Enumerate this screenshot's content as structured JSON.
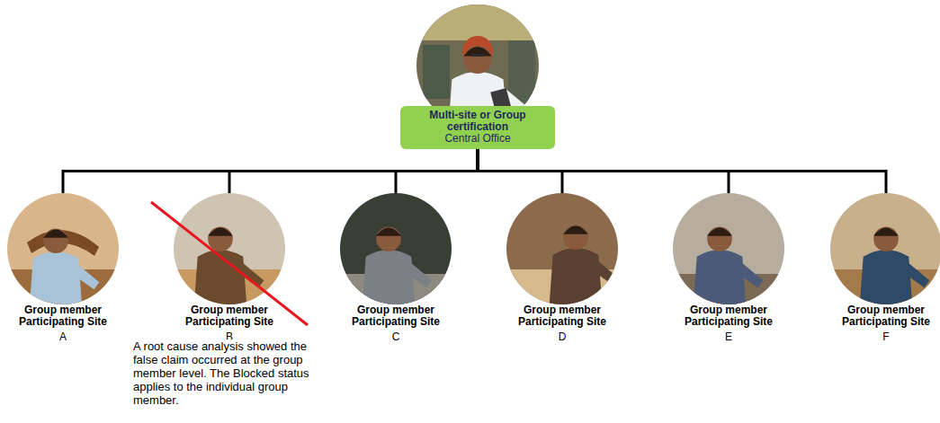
{
  "diagram": {
    "nodes": [
      {
        "text": [
          "Multi-site or Group certification",
          "Central Office"
        ]
      },
      {
        "text": [
          "Group member Participating Site",
          "A"
        ]
      },
      {
        "text": [
          "Group member Participating Site",
          "B"
        ]
      },
      {
        "text": [
          "Group member Participating Site",
          "C"
        ]
      },
      {
        "text": [
          "Group member Participating Site",
          "D"
        ]
      },
      {
        "text": [
          "Group member Participating Site",
          "E"
        ]
      },
      {
        "text": [
          "Group member Participating Site",
          "F"
        ]
      }
    ],
    "edges": [
      {
        "from": 0,
        "to": 1,
        "arrow": "none"
      },
      {
        "from": 0,
        "to": 2,
        "arrow": "none"
      },
      {
        "from": 0,
        "to": 3,
        "arrow": "none"
      },
      {
        "from": 0,
        "to": 4,
        "arrow": "none"
      },
      {
        "from": 0,
        "to": 5,
        "arrow": "none"
      },
      {
        "from": 0,
        "to": 6,
        "arrow": "none"
      }
    ],
    "labels": [
      "A root cause analysis showed the false claim occurred at the group member level. The Blocked status applies to the individual group member."
    ]
  }
}
